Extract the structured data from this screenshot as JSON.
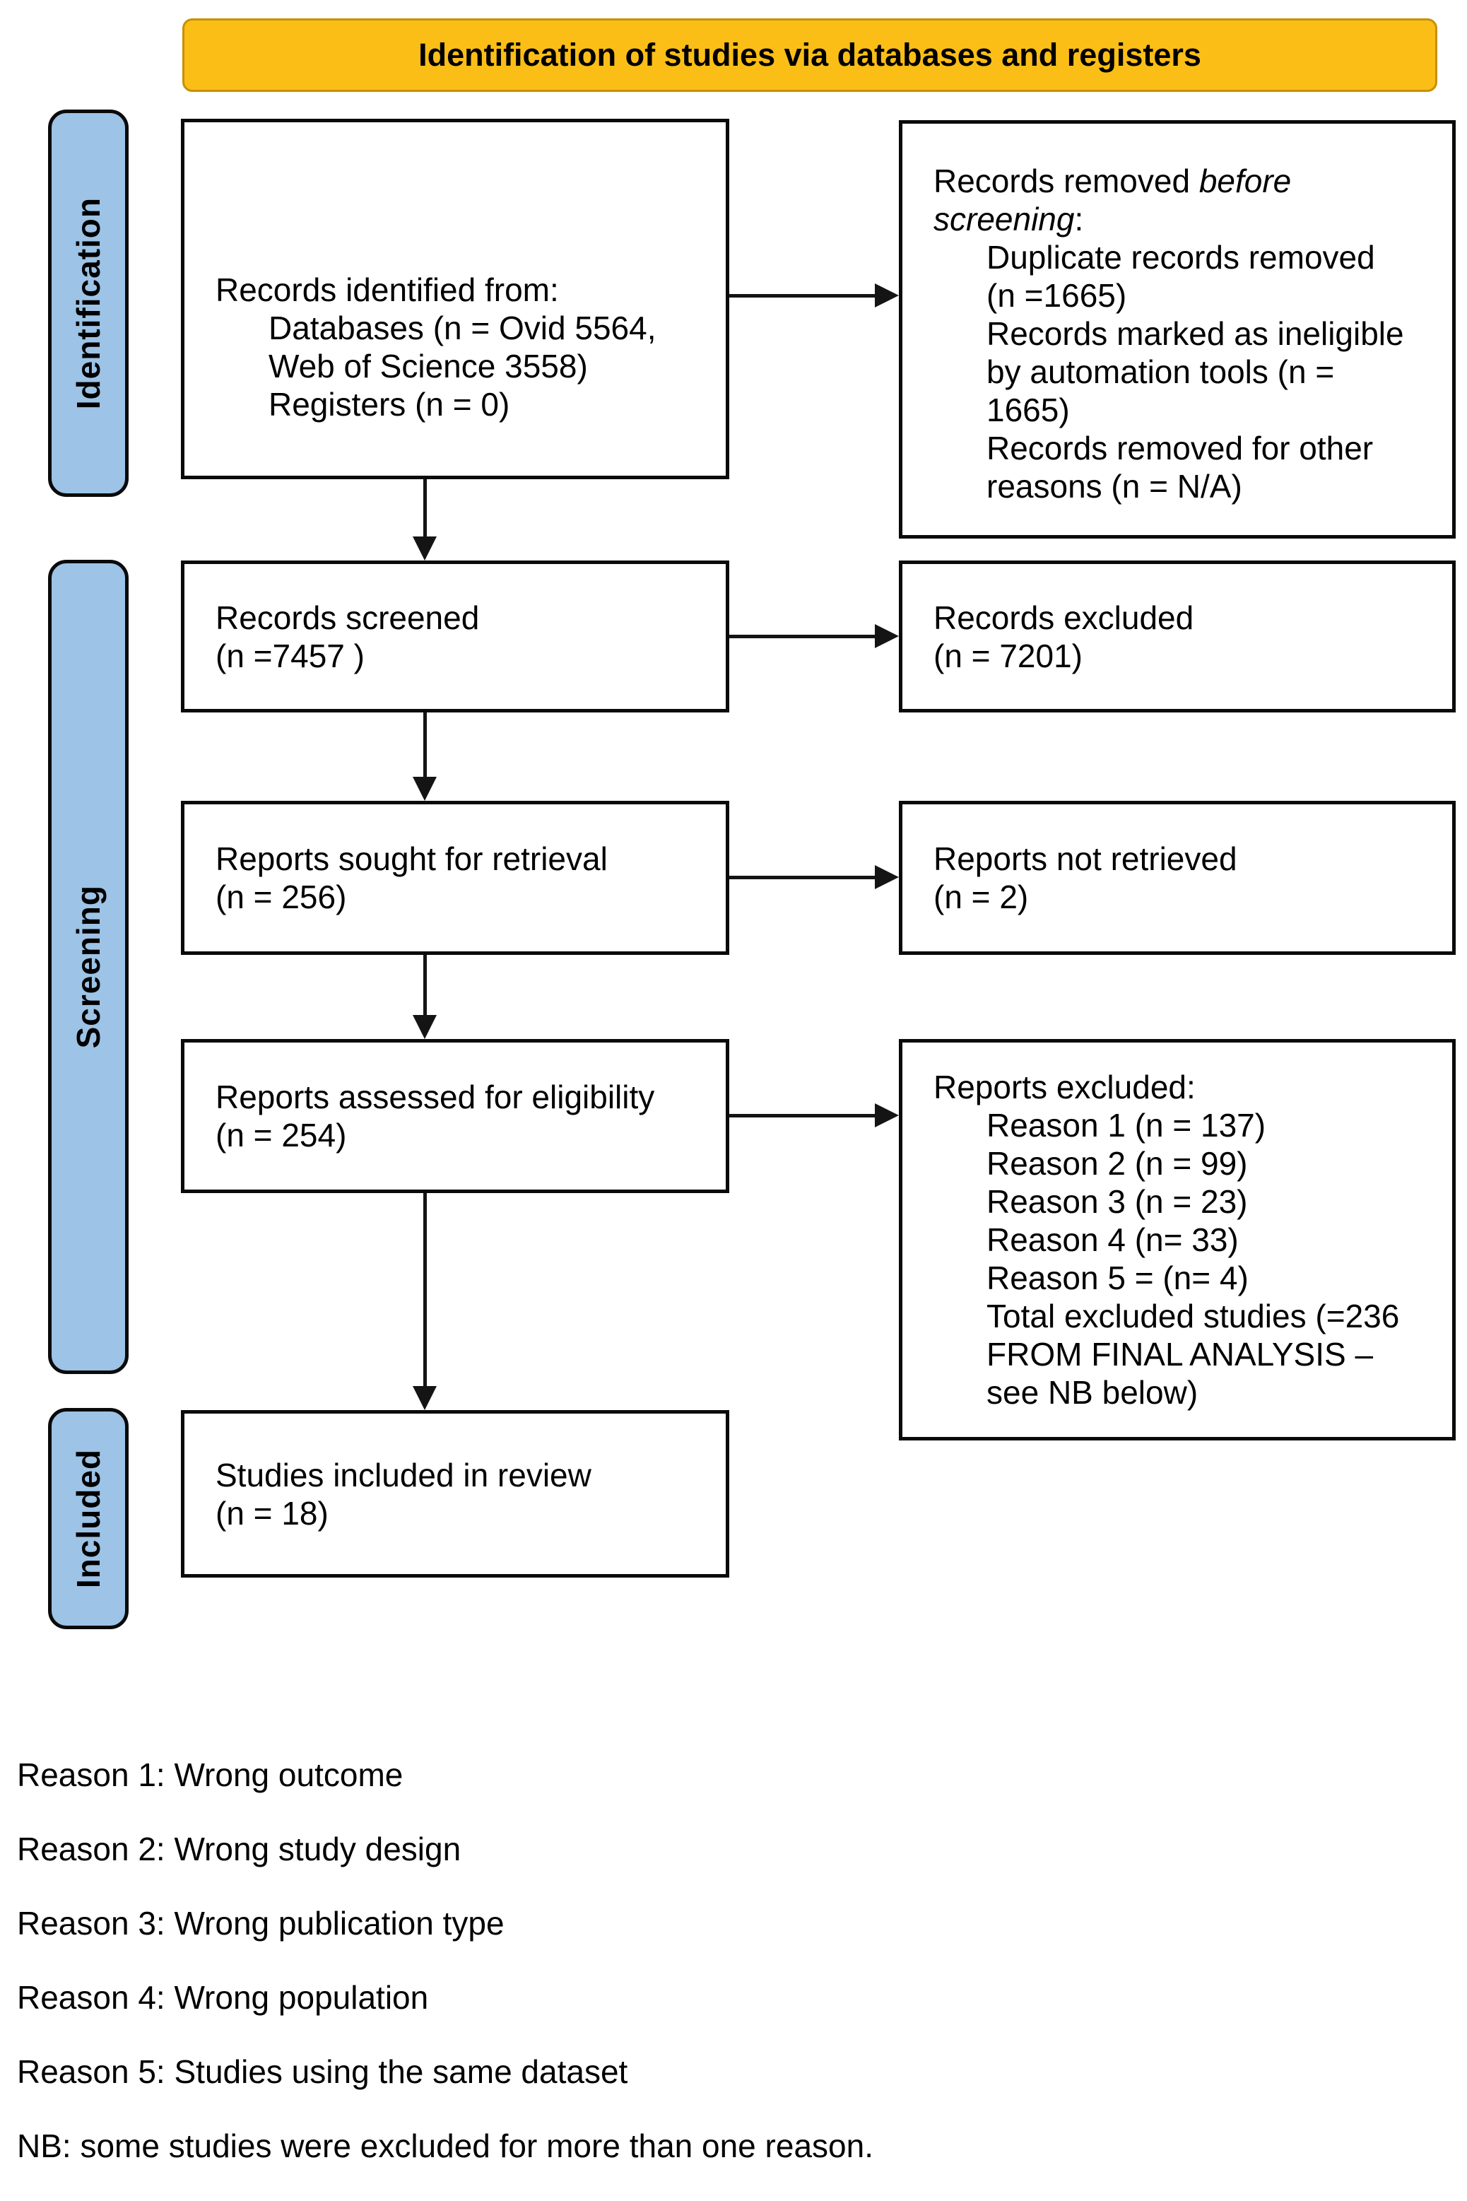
{
  "banner": {
    "label": "Identification of studies via databases and registers"
  },
  "stages": [
    {
      "label": "Identification"
    },
    {
      "label": "Screening"
    },
    {
      "label": "Included"
    }
  ],
  "boxes": {
    "records_identified": {
      "lines": [
        {
          "segs": [
            {
              "t": "Records identified from:"
            }
          ]
        },
        {
          "ind": 1,
          "segs": [
            {
              "t": "Databases (n = Ovid 5564,"
            }
          ]
        },
        {
          "ind": 1,
          "segs": [
            {
              "t": "Web of Science 3558)"
            }
          ]
        },
        {
          "ind": 1,
          "segs": [
            {
              "t": "Registers (n = 0)"
            }
          ]
        }
      ]
    },
    "records_removed": {
      "lines": [
        {
          "segs": [
            {
              "t": "Records removed "
            },
            {
              "t": "before",
              "i": 1
            }
          ]
        },
        {
          "segs": [
            {
              "t": "screening",
              "i": 1
            },
            {
              "t": ":"
            }
          ]
        },
        {
          "ind": 1,
          "segs": [
            {
              "t": "Duplicate records removed"
            }
          ]
        },
        {
          "ind": 1,
          "segs": [
            {
              "t": "(n =1665)"
            }
          ]
        },
        {
          "ind": 1,
          "segs": [
            {
              "t": "Records marked as ineligible"
            }
          ]
        },
        {
          "ind": 1,
          "segs": [
            {
              "t": "by automation tools (n ="
            }
          ]
        },
        {
          "ind": 1,
          "segs": [
            {
              "t": "1665)"
            }
          ]
        },
        {
          "ind": 1,
          "segs": [
            {
              "t": "Records removed for other"
            }
          ]
        },
        {
          "ind": 1,
          "segs": [
            {
              "t": "reasons (n = N/A)"
            }
          ]
        }
      ]
    },
    "records_screened": {
      "lines": [
        {
          "segs": [
            {
              "t": "Records screened"
            }
          ]
        },
        {
          "segs": [
            {
              "t": "(n =7457 )"
            }
          ]
        }
      ]
    },
    "records_excluded": {
      "lines": [
        {
          "segs": [
            {
              "t": "Records excluded"
            }
          ]
        },
        {
          "segs": [
            {
              "t": "(n = 7201)"
            }
          ]
        }
      ]
    },
    "reports_sought": {
      "lines": [
        {
          "segs": [
            {
              "t": "Reports sought for retrieval"
            }
          ]
        },
        {
          "segs": [
            {
              "t": "(n = 256)"
            }
          ]
        }
      ]
    },
    "reports_not_retrieved": {
      "lines": [
        {
          "segs": [
            {
              "t": "Reports not retrieved"
            }
          ]
        },
        {
          "segs": [
            {
              "t": "(n = 2)"
            }
          ]
        }
      ]
    },
    "reports_assessed": {
      "lines": [
        {
          "segs": [
            {
              "t": "Reports assessed for eligibility"
            }
          ]
        },
        {
          "segs": [
            {
              "t": "(n = 254)"
            }
          ]
        }
      ]
    },
    "reports_excluded": {
      "lines": [
        {
          "segs": [
            {
              "t": "Reports excluded:"
            }
          ]
        },
        {
          "ind": 1,
          "segs": [
            {
              "t": "Reason 1 (n = 137)"
            }
          ]
        },
        {
          "ind": 1,
          "segs": [
            {
              "t": "Reason 2 (n = 99)"
            }
          ]
        },
        {
          "ind": 1,
          "segs": [
            {
              "t": "Reason 3 (n = 23)"
            }
          ]
        },
        {
          "ind": 1,
          "segs": [
            {
              "t": "Reason 4 (n= 33)"
            }
          ]
        },
        {
          "ind": 1,
          "segs": [
            {
              "t": "Reason 5 = (n= 4)"
            }
          ]
        },
        {
          "ind": 1,
          "segs": [
            {
              "t": "Total excluded studies (=236"
            }
          ]
        },
        {
          "ind": 1,
          "segs": [
            {
              "t": "FROM FINAL ANALYSIS –"
            }
          ]
        },
        {
          "ind": 1,
          "segs": [
            {
              "t": "see NB below)"
            }
          ]
        }
      ]
    },
    "studies_included": {
      "lines": [
        {
          "segs": [
            {
              "t": "Studies included in review"
            }
          ]
        },
        {
          "segs": [
            {
              "t": "(n = 18)"
            }
          ]
        }
      ]
    }
  },
  "notes": {
    "lines": [
      {
        "segs": [
          {
            "t": "Reason 1: Wrong outcome"
          }
        ]
      },
      {
        "segs": [
          {
            "t": "Reason 2: Wrong study design"
          }
        ]
      },
      {
        "segs": [
          {
            "t": "Reason 3: Wrong publication type"
          }
        ]
      },
      {
        "segs": [
          {
            "t": "Reason 4: Wrong population"
          }
        ]
      },
      {
        "segs": [
          {
            "t": "Reason 5: Studies using the same dataset"
          }
        ]
      },
      {
        "segs": [
          {
            "t": "NB: some studies were excluded for more than one reason."
          }
        ]
      }
    ]
  },
  "colors": {
    "banner_fill": "#FBBE17",
    "banner_border": "#C79100",
    "stage_fill": "#9DC3E6",
    "box_border": "#0a0a0a",
    "arrow": "#141414"
  }
}
